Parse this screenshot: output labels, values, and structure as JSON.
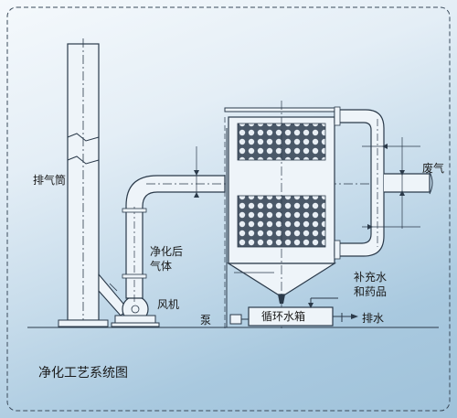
{
  "labels": {
    "exhaust_stack": "排气筒",
    "purified_gas_line1": "净化后",
    "purified_gas_line2": "气体",
    "fan": "风机",
    "pump": "泵",
    "circulation_tank": "循环水箱",
    "drain": "排水",
    "makeup_line1": "补充水",
    "makeup_line2": "和药品",
    "waste_gas": "废气",
    "caption": "净化工艺系统图"
  },
  "colors": {
    "line": "#2b3a4a",
    "packing_fill": "#3f4e5e",
    "pipe_fill": "#eef4f9",
    "border_dash": "#3a4a5a"
  }
}
